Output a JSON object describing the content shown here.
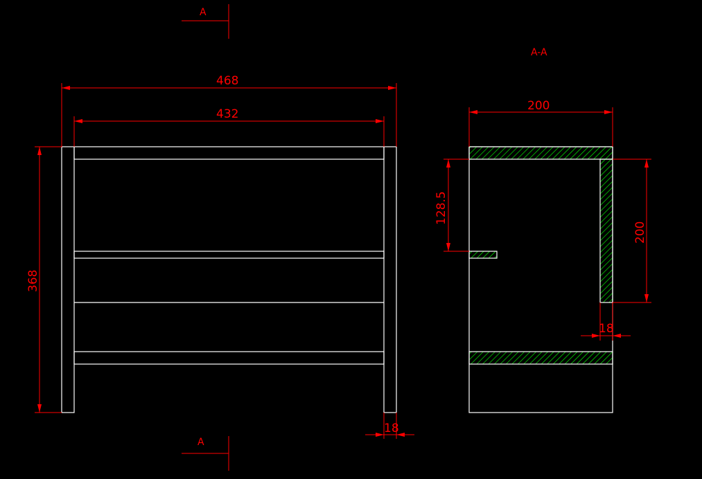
{
  "section_label": "A-A",
  "section_marker_top": "A",
  "section_marker_bottom": "A",
  "front_view": {
    "overall_width": "468",
    "inner_width": "432",
    "height": "368",
    "board_thickness": "18"
  },
  "section_view": {
    "depth": "200",
    "shelf_height": "128.5",
    "back_panel_height": "200",
    "back_panel_thickness": "18"
  },
  "colors": {
    "background": "#000000",
    "geometry": "#ffffff",
    "dimension": "#ff0000",
    "hatch": "#00ff00"
  }
}
